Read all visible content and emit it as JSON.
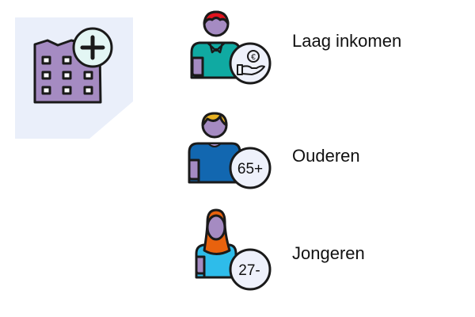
{
  "category_icon": {
    "name": "building-plus-icon"
  },
  "groups": [
    {
      "label": "Laag inkomen",
      "badge": "€",
      "icon": "person-money-hand-icon"
    },
    {
      "label": "Ouderen",
      "badge": "65+",
      "icon": "person-elderly-icon"
    },
    {
      "label": "Jongeren",
      "badge": "27-",
      "icon": "person-young-icon"
    }
  ],
  "colors": {
    "panel": "#eaeffa",
    "skin": "#a58bc2",
    "outline": "#1a1a1a",
    "shirt_low_income": "#10aaa2",
    "hair_low_income": "#e0141e",
    "shirt_elderly": "#1267b0",
    "hair_elderly": "#e8b222",
    "shirt_young": "#2ebcea",
    "hair_young": "#e8620e",
    "badge_fill": "#eef1fb"
  }
}
